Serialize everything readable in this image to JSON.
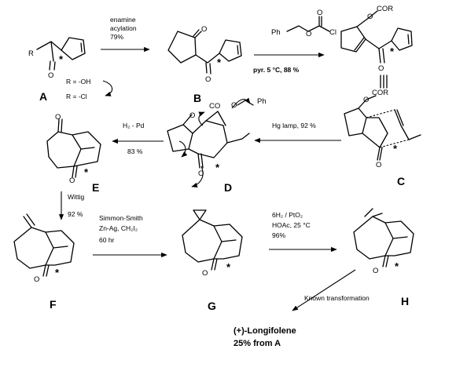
{
  "labels": {
    "A": "A",
    "B": "B",
    "C": "C",
    "D": "D",
    "E": "E",
    "F": "F",
    "G": "G",
    "H": "H"
  },
  "atoms": {
    "R": "R",
    "O": "O",
    "Ph": "Ph",
    "Cl": "Cl",
    "COR": "COR",
    "CO": "CO",
    "star": "*"
  },
  "notes": {
    "r_oh": "R = -OH",
    "r_cl": "R = -Cl"
  },
  "steps": {
    "enamine_1": "enamine",
    "enamine_2": "acylation",
    "enamine_3": "79%",
    "pyr": "pyr. 5 °C, 88 %",
    "h2pd": "H₂ - Pd",
    "h2pd_yield": "83 %",
    "hg": "Hg lamp, 92 %",
    "wittig": "Wittig",
    "wittig_yield": "92 %",
    "ss_1": "Simmon-Smith",
    "ss_2": "Zn-Ag, CH₂I₂",
    "ss_3": "60 hr",
    "h2pt_1": "6H₂ / PtO₂",
    "h2pt_2": "HOAc, 25 °C",
    "h2pt_3": "96%",
    "known": "Known transformation"
  },
  "product": {
    "name": "(+)-Longifolene",
    "yield": "25% from A"
  }
}
